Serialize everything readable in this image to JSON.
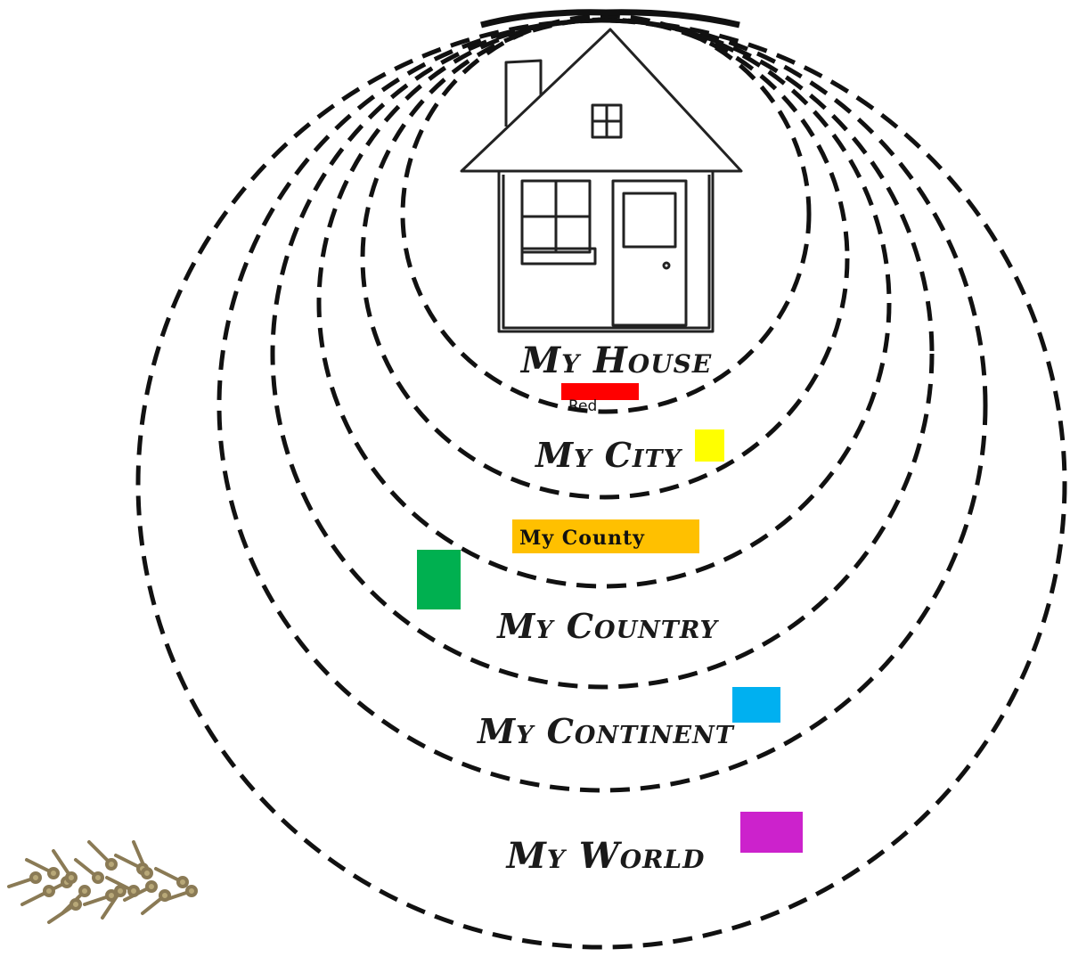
{
  "rings": [
    {
      "id": "house",
      "label": "My House"
    },
    {
      "id": "city",
      "label": "My City"
    },
    {
      "id": "county_ring",
      "label": "My County"
    },
    {
      "id": "country",
      "label": "My Country"
    },
    {
      "id": "continent",
      "label": "My Continent"
    },
    {
      "id": "world",
      "label": "My World"
    }
  ],
  "stickers": {
    "red": {
      "label": "Red",
      "color": "#ff0000"
    },
    "yellow": {
      "color": "#ffff00"
    },
    "county": {
      "label": "My County",
      "color": "#ffc000"
    },
    "green": {
      "color": "#00b050"
    },
    "blue": {
      "color": "#00b0f0"
    },
    "magenta": {
      "color": "#cc22cc"
    }
  },
  "decor": {
    "house_icon": "house-icon",
    "fasteners_icon": "paper-fasteners-icon"
  }
}
